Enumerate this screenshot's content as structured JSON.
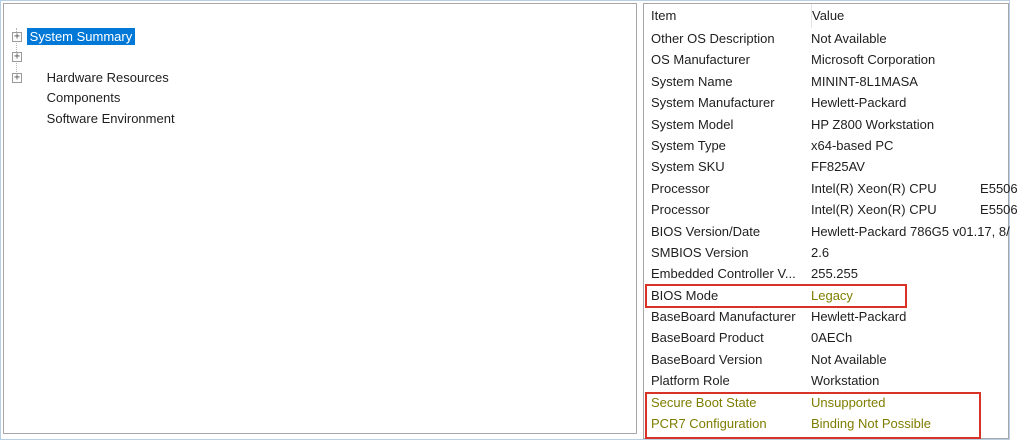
{
  "colors": {
    "selection_blue": "#0078d7",
    "annotation_red": "#d93226",
    "highlight_olive": "#7f7d00",
    "panel_border_gray": "#a7a7a7"
  },
  "tree": {
    "expand_glyph": "+",
    "items": [
      {
        "label": "System Summary",
        "selected": true,
        "expandable": false
      },
      {
        "label": "Hardware Resources",
        "selected": false,
        "expandable": true
      },
      {
        "label": "Components",
        "selected": false,
        "expandable": true
      },
      {
        "label": "Software Environment",
        "selected": false,
        "expandable": true
      }
    ]
  },
  "details": {
    "columns": [
      "Item",
      "Value"
    ],
    "rows": [
      {
        "item": "Other OS Description",
        "value": "Not Available"
      },
      {
        "item": "OS Manufacturer",
        "value": "Microsoft Corporation"
      },
      {
        "item": "System Name",
        "value": "MININT-8L1MASA"
      },
      {
        "item": "System Manufacturer",
        "value": "Hewlett-Packard"
      },
      {
        "item": "System Model",
        "value": "HP Z800 Workstation"
      },
      {
        "item": "System Type",
        "value": "x64-based PC"
      },
      {
        "item": "System SKU",
        "value": "FF825AV"
      },
      {
        "item": "Processor",
        "value": "Intel(R) Xeon(R) CPU            E5506"
      },
      {
        "item": "Processor",
        "value": "Intel(R) Xeon(R) CPU            E5506"
      },
      {
        "item": "BIOS Version/Date",
        "value": "Hewlett-Packard 786G5 v01.17, 8/"
      },
      {
        "item": "SMBIOS Version",
        "value": "2.6"
      },
      {
        "item": "Embedded Controller V...",
        "value": "255.255"
      },
      {
        "item": "BIOS Mode",
        "value": "Legacy"
      },
      {
        "item": "BaseBoard Manufacturer",
        "value": "Hewlett-Packard"
      },
      {
        "item": "BaseBoard Product",
        "value": "0AECh"
      },
      {
        "item": "BaseBoard Version",
        "value": "Not Available"
      },
      {
        "item": "Platform Role",
        "value": "Workstation"
      },
      {
        "item": "Secure Boot State",
        "value": "Unsupported"
      },
      {
        "item": "PCR7 Configuration",
        "value": "Binding Not Possible"
      }
    ]
  }
}
